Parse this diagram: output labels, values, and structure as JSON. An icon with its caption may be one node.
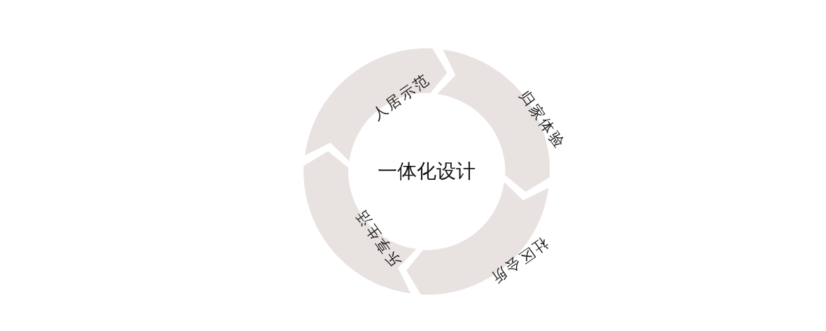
{
  "diagram": {
    "nodes": [
      {
        "text": [
          "人居示范"
        ]
      },
      {
        "text": [
          "归家体验"
        ]
      },
      {
        "text": [
          "社区会所"
        ]
      },
      {
        "text": [
          "乐享生活"
        ]
      }
    ],
    "labels": [
      "一体化设计"
    ]
  }
}
